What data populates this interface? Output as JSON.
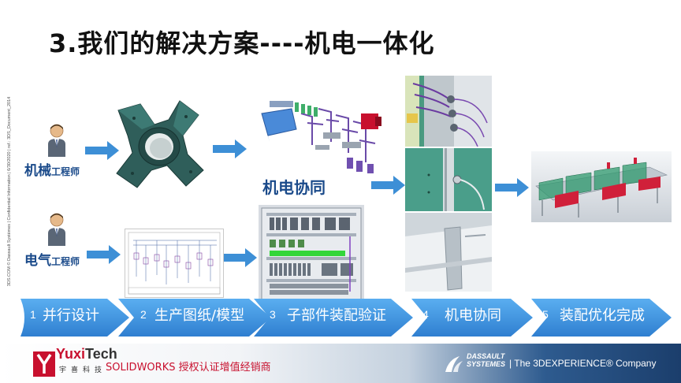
{
  "title": "3.我们的解决方案----机电一体化",
  "sidebar_note": "3DS.COM © Dassault Systèmes | Confidential Information | 6/30/2020 | ref.: 3DS_Document_2014",
  "roles": {
    "mechanical": {
      "big": "机械",
      "small": "工程师"
    },
    "electrical": {
      "big": "电气",
      "small": "工程师"
    }
  },
  "collab_label": "机电协同",
  "steps": [
    {
      "num": "1",
      "label": "并行设计"
    },
    {
      "num": "2",
      "label": "生产图纸/模型"
    },
    {
      "num": "3",
      "label": "子部件装配验证"
    },
    {
      "num": "4",
      "label": "机电协同"
    },
    {
      "num": "5",
      "label": "装配优化完成"
    }
  ],
  "footer": {
    "yuxi_name_a": "Yuxi",
    "yuxi_name_b": "Tech",
    "yuxi_cn": "宇喜科技",
    "sw_text": "SOLIDWORKS 授权认证增值经销商",
    "ds_brand_1": "DASSAULT",
    "ds_brand_2": "SYSTEMES",
    "ds_slogan": "| The 3DEXPERIENCE® Company"
  },
  "colors": {
    "arrow_blue": "#3d8fd6",
    "step_blue": "#2f7fd0",
    "step_blue_light": "#4fa3e8",
    "label_blue": "#1a4a8a",
    "brand_red": "#c8102e"
  },
  "icons": [
    "person-icon",
    "arrow-right-icon",
    "chevron-step-icon",
    "yuxi-logo-icon",
    "ds-logo-icon"
  ]
}
